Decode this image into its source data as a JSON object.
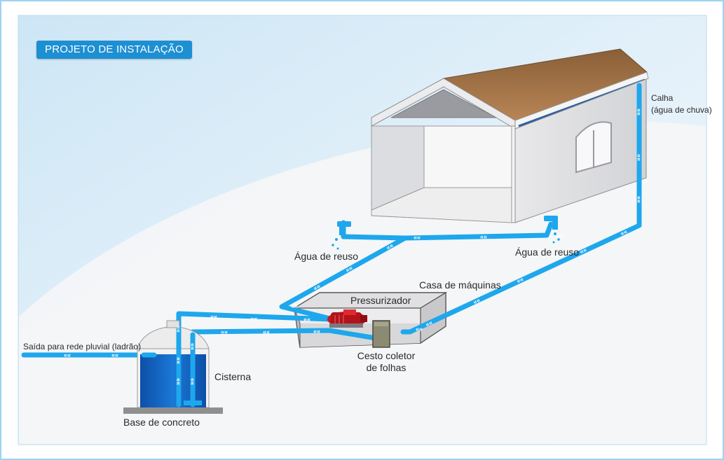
{
  "title": "PROJETO DE INSTALAÇÃO",
  "labels": {
    "calha_line1": "Calha",
    "calha_line2": "(água de chuva)",
    "reuso_left": "Água de reuso",
    "reuso_right": "Água de reuso",
    "casa_maquinas": "Casa de máquinas",
    "pressurizador": "Pressurizador",
    "cesto_line1": "Cesto coletor",
    "cesto_line2": "de folhas",
    "saida": "Saída para rede pluvial (ladrão)",
    "cisterna": "Cisterna",
    "base": "Base de concreto"
  },
  "colors": {
    "pipe": "#1ea7ec",
    "water": "#1565c0",
    "roof": "#a8764a",
    "pump": "#c8181e",
    "badge": "#1d8fd3",
    "frame": "#9bd3f0"
  },
  "arrow_glyph": "«"
}
